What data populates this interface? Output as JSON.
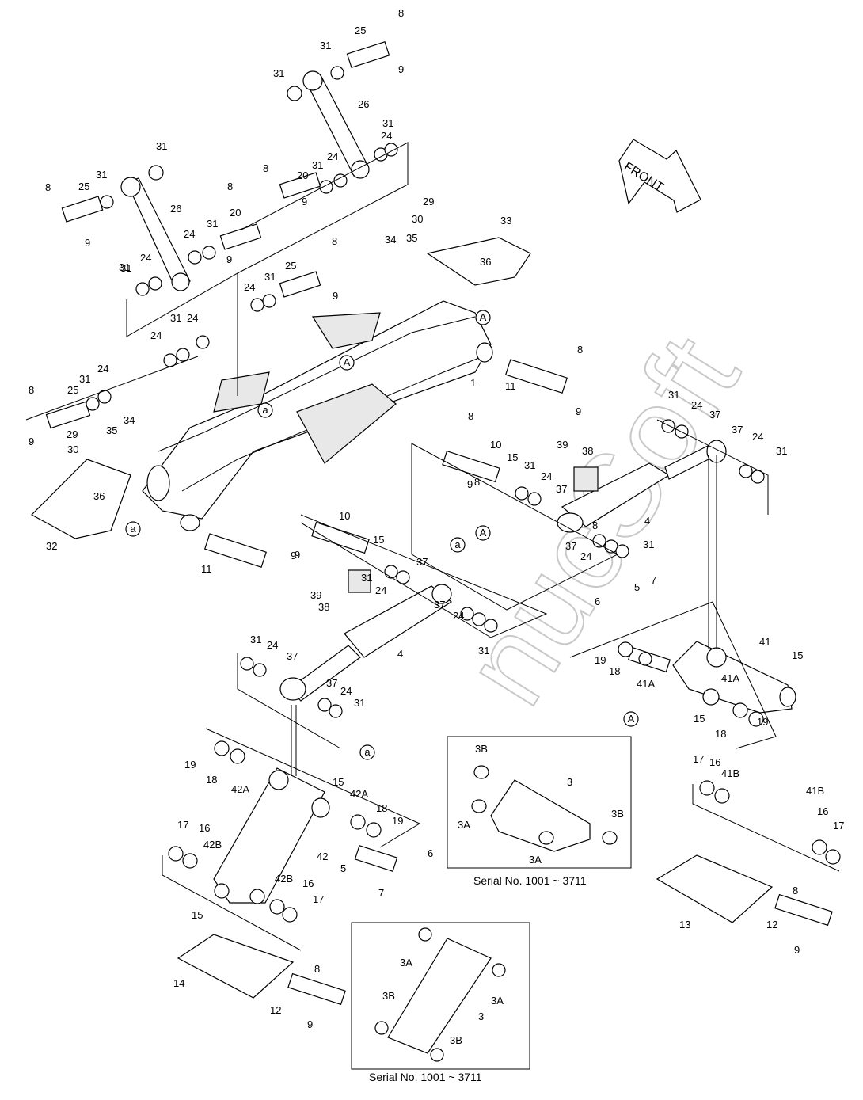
{
  "front_arrow": {
    "label": "FRONT"
  },
  "inset_top": {
    "caption": "Serial No. 1001 ~ 3711",
    "labels": [
      "3B",
      "3",
      "3B",
      "3A",
      "3A"
    ]
  },
  "inset_bottom": {
    "caption": "Serial No. 1001 ~ 3711",
    "labels": [
      "3A",
      "3A",
      "3B",
      "3",
      "3B"
    ]
  },
  "callouts": [
    "8",
    "25",
    "31",
    "9",
    "31",
    "26",
    "24",
    "31",
    "31",
    "24",
    "31",
    "20",
    "9",
    "8",
    "31",
    "8",
    "25",
    "9",
    "31",
    "26",
    "8",
    "20",
    "24",
    "31",
    "9",
    "31",
    "24",
    "29",
    "30",
    "33",
    "34",
    "35",
    "36",
    "8",
    "25",
    "9",
    "24",
    "31",
    "24",
    "31",
    "24",
    "A",
    "A",
    "a",
    "8",
    "25",
    "31",
    "24",
    "9",
    "29",
    "30",
    "35",
    "34",
    "36",
    "32",
    "a",
    "1",
    "8",
    "11",
    "9",
    "8",
    "10",
    "15",
    "31",
    "24",
    "37",
    "39",
    "38",
    "9",
    "31",
    "24",
    "37",
    "37",
    "24",
    "31",
    "4",
    "a",
    "A",
    "37",
    "24",
    "31",
    "8",
    "10",
    "9",
    "15",
    "8",
    "11",
    "9",
    "31",
    "24",
    "37",
    "39",
    "38",
    "4",
    "37",
    "24",
    "31",
    "6",
    "5",
    "7",
    "19",
    "18",
    "41A",
    "41",
    "15",
    "41A",
    "15",
    "A",
    "18",
    "19",
    "31",
    "24",
    "37",
    "37",
    "24",
    "31",
    "a",
    "19",
    "18",
    "42A",
    "15",
    "42A",
    "18",
    "19",
    "17",
    "16",
    "42B",
    "42",
    "5",
    "6",
    "7",
    "42B",
    "16",
    "17",
    "15",
    "14",
    "8",
    "12",
    "9",
    "17",
    "16",
    "41B",
    "41B",
    "16",
    "17",
    "13",
    "8",
    "12",
    "9"
  ]
}
